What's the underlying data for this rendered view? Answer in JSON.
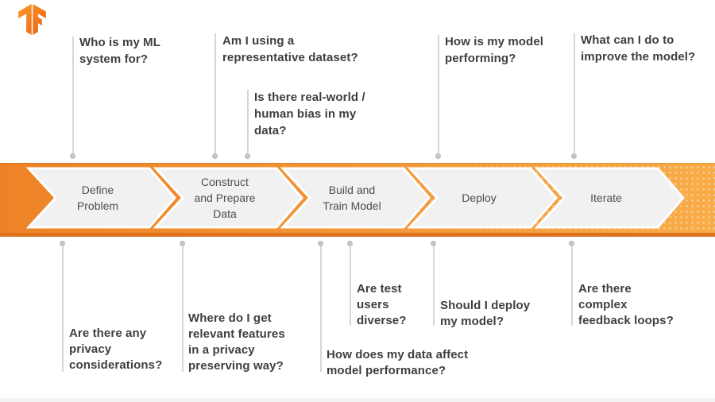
{
  "colors": {
    "band_gradient_left": "#EE8227",
    "band_gradient_right": "#F8AC48",
    "band_edge": "#DD741D",
    "chevron_fill": "#F1F1F2",
    "chevron_border": "#FFFFFF",
    "question_text": "#3C4043",
    "stage_text": "#4A4E52",
    "connector": "#D7D7D7",
    "dot": "#C6C6C6",
    "logo_orange_light": "#FF9A27",
    "logo_orange_dark": "#E8601A",
    "bottom_strip": "#F3F3F3"
  },
  "icons": {
    "brand": "tensorflow-logo"
  },
  "stages": [
    "Define\nProblem",
    "Construct\nand Prepare\nData",
    "Build and\nTrain Model",
    "Deploy",
    "Iterate"
  ],
  "top_questions": [
    "Who is my ML\nsystem for?",
    "Am I using a\nrepresentative dataset?",
    "Is there real-world /\nhuman bias in my\ndata?",
    "How is my model\nperforming?",
    "What can I do to\nimprove the model?"
  ],
  "bottom_questions": [
    "Are there any\nprivacy\nconsiderations?",
    "Where do I get\nrelevant features\nin a privacy\npreserving way?",
    "How does my data affect\nmodel performance?",
    "Are test\nusers\ndiverse?",
    "Should I deploy\nmy model?",
    "Are there\ncomplex\nfeedback loops?"
  ]
}
